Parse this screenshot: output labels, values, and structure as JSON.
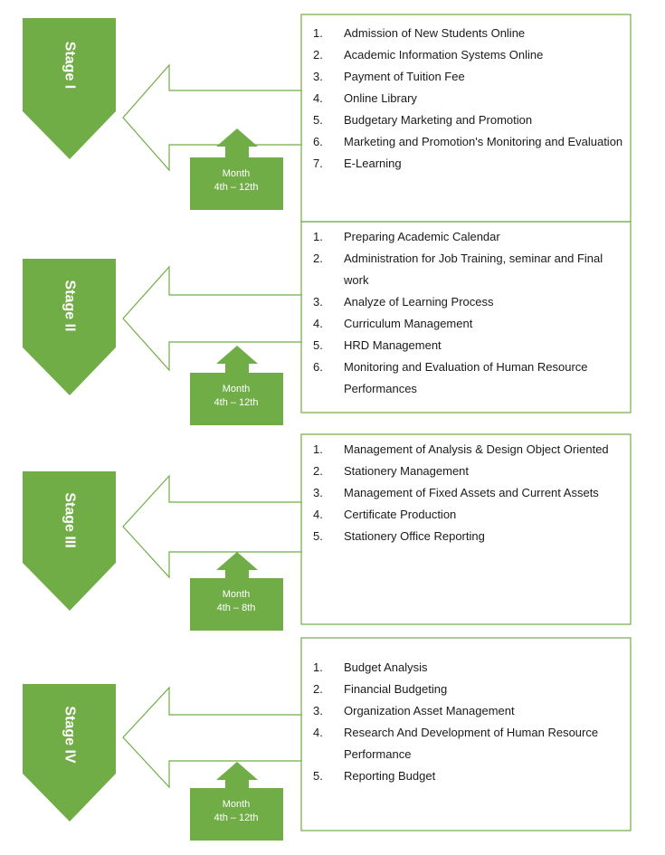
{
  "colors": {
    "stage_fill": "#70ad47",
    "stage_fill_dark": "#5e9a38",
    "box_stroke": "#70ad47",
    "text": "#1a1a1a",
    "month_text": "#ffffff"
  },
  "stages": [
    {
      "label": "Stage I",
      "month_title": "Month",
      "month_range": "4th – 12th",
      "items": [
        {
          "num": "1.",
          "text": "Admission of New Students Online"
        },
        {
          "num": "2.",
          "text": "Academic Information Systems Online"
        },
        {
          "num": "3.",
          "text": "Payment of Tuition Fee"
        },
        {
          "num": "4.",
          "text": "Online Library"
        },
        {
          "num": "5.",
          "text": "Budgetary Marketing and Promotion"
        },
        {
          "num": "6.",
          "text": "Marketing and Promotion's Monitoring and Evaluation"
        },
        {
          "num": "7.",
          "text": "E-Learning"
        }
      ]
    },
    {
      "label": "Stage II",
      "month_title": "Month",
      "month_range": "4th – 12th",
      "items": [
        {
          "num": "1.",
          "text": "Preparing Academic Calendar"
        },
        {
          "num": "2.",
          "text": "Administration for Job Training, seminar and Final work"
        },
        {
          "num": "3.",
          "text": "Analyze of Learning Process"
        },
        {
          "num": "4.",
          "text": "Curriculum Management"
        },
        {
          "num": "5.",
          "text": "HRD Management"
        },
        {
          "num": "6.",
          "text": "Monitoring and Evaluation of Human Resource Performances"
        }
      ]
    },
    {
      "label": "Stage III",
      "month_title": "Month",
      "month_range": "4th – 8th",
      "items": [
        {
          "num": "1.",
          "text": "Management of Analysis & Design Object Oriented"
        },
        {
          "num": "2.",
          "text": "Stationery Management"
        },
        {
          "num": "3.",
          "text": "Management of Fixed Assets and Current Assets"
        },
        {
          "num": "4.",
          "text": "Certificate Production"
        },
        {
          "num": "5.",
          "text": "Stationery Office Reporting"
        }
      ]
    },
    {
      "label": "Stage IV",
      "month_title": "Month",
      "month_range": "4th – 12th",
      "items": [
        {
          "num": "1.",
          "text": "Budget Analysis"
        },
        {
          "num": "2.",
          "text": "Financial Budgeting"
        },
        {
          "num": "3.",
          "text": "Organization Asset Management"
        },
        {
          "num": "4.",
          "text": "Research And Development of Human Resource Performance"
        },
        {
          "num": "5.",
          "text": "Reporting Budget"
        }
      ]
    }
  ]
}
